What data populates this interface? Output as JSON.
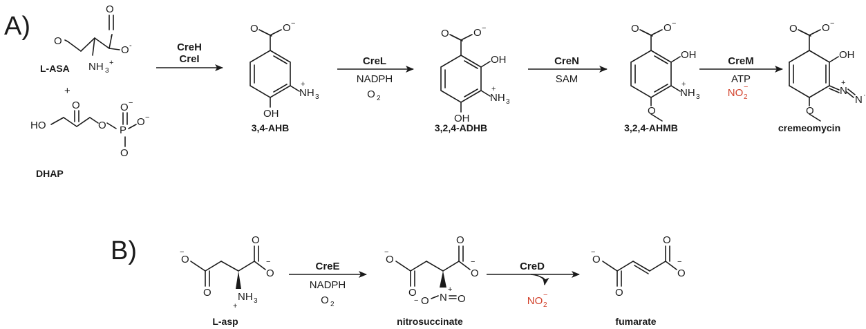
{
  "panels": {
    "a": "A)",
    "b": "B)"
  },
  "compounds": {
    "lasa": "L-ASA",
    "dhap": "DHAP",
    "ahb": "3,4-AHB",
    "adhb": "3,2,4-ADHB",
    "ahmb": "3,2,4-AHMB",
    "cremeomycin": "cremeomycin",
    "lasp": "L-asp",
    "nitrosuccinate": "nitrosuccinate",
    "fumarate": "fumarate"
  },
  "plus": "+",
  "steps": {
    "s1": {
      "enzyme1": "CreH",
      "enzyme2": "CreI"
    },
    "s2": {
      "enzyme": "CreL",
      "cof1": "NADPH",
      "cof2": "O"
    },
    "s3": {
      "enzyme": "CreN",
      "cof1": "SAM"
    },
    "s4": {
      "enzyme": "CreM",
      "cof1": "ATP",
      "cof2": "NO"
    },
    "b1": {
      "enzyme": "CreE",
      "cof1": "NADPH",
      "cof2": "O"
    },
    "b2": {
      "enzyme": "CreD",
      "byproduct": "NO"
    }
  },
  "colors": {
    "nitrite": "#d2402a",
    "ink": "#1a1a1a"
  }
}
